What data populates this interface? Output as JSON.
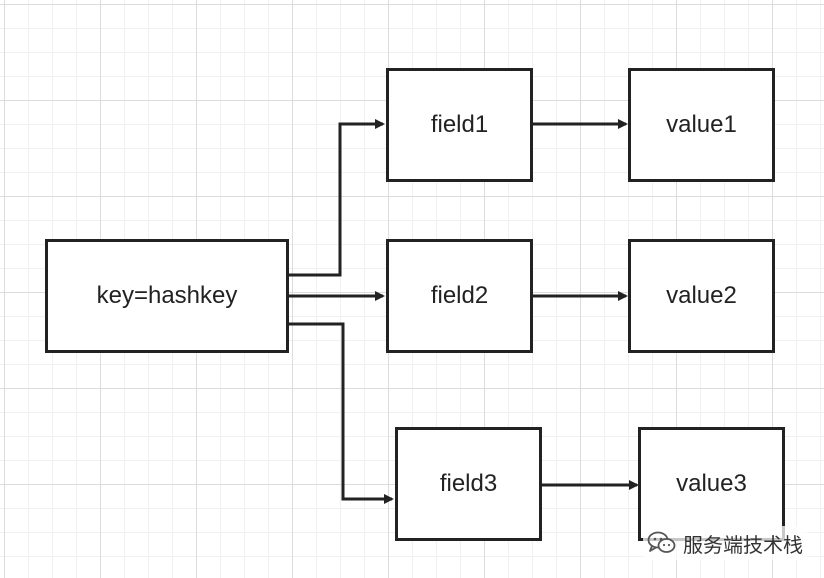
{
  "diagram": {
    "nodes": {
      "key": "key=hashkey",
      "field1": "field1",
      "field2": "field2",
      "field3": "field3",
      "value1": "value1",
      "value2": "value2",
      "value3": "value3"
    },
    "edges": [
      {
        "from": "key",
        "to": "field1"
      },
      {
        "from": "key",
        "to": "field2"
      },
      {
        "from": "key",
        "to": "field3"
      },
      {
        "from": "field1",
        "to": "value1"
      },
      {
        "from": "field2",
        "to": "value2"
      },
      {
        "from": "field3",
        "to": "value3"
      }
    ]
  },
  "watermark": {
    "text": "服务端技术栈",
    "icon": "wechat-icon"
  }
}
